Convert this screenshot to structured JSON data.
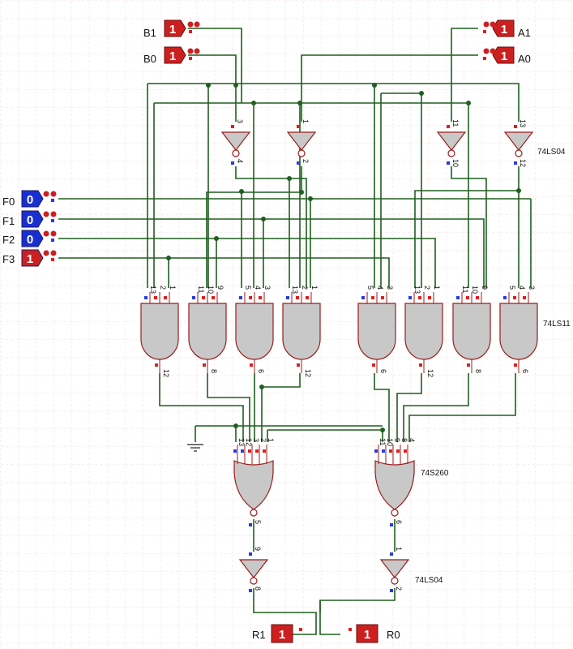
{
  "colors": {
    "wire": "#1f5f1f",
    "gate_fill": "#c8c8c8",
    "gate_stroke": "#9b1c1c",
    "probe_red": "#cc2020",
    "probe_blue": "#1a2fd0",
    "grid": "#f2b8b8",
    "pin_red": "#e02020",
    "pin_blue": "#2a3be0"
  },
  "inputs": {
    "B1": {
      "label": "B1",
      "value": "1"
    },
    "B0": {
      "label": "B0",
      "value": "1"
    },
    "A1": {
      "label": "A1",
      "value": "1"
    },
    "A0": {
      "label": "A0",
      "value": "1"
    },
    "F0": {
      "label": "F0",
      "value": "0"
    },
    "F1": {
      "label": "F1",
      "value": "0"
    },
    "F2": {
      "label": "F2",
      "value": "0"
    },
    "F3": {
      "label": "F3",
      "value": "1"
    }
  },
  "outputs": {
    "R1": {
      "label": "R1",
      "value": "1"
    },
    "R0": {
      "label": "R0",
      "value": "1"
    }
  },
  "part_labels": {
    "inv_top": "74LS04",
    "and_row": "74LS11",
    "nor_right": "74S260",
    "inv_bottom": "74LS04"
  },
  "inverters_top": [
    {
      "in": "3",
      "out": "4"
    },
    {
      "in": "1",
      "out": "2"
    },
    {
      "in": "11",
      "out": "10"
    },
    {
      "in": "13",
      "out": "12"
    }
  ],
  "and_gates": [
    {
      "pins": [
        "13",
        "2",
        "1"
      ],
      "out": "12"
    },
    {
      "pins": [
        "11",
        "10",
        "9"
      ],
      "out": "8"
    },
    {
      "pins": [
        "5",
        "4",
        "3"
      ],
      "out": "6"
    },
    {
      "pins": [
        "13",
        "2",
        "1"
      ],
      "out": "12"
    },
    {
      "pins": [
        "5",
        "4",
        "3"
      ],
      "out": "6"
    },
    {
      "pins": [
        "13",
        "2",
        "1"
      ],
      "out": "12"
    },
    {
      "pins": [
        "11",
        "10",
        "9"
      ],
      "out": "8"
    },
    {
      "pins": [
        "5",
        "4",
        "3"
      ],
      "out": "6"
    }
  ],
  "nor_gates": [
    {
      "pins": [
        "13",
        "12",
        "3",
        "2",
        "1"
      ],
      "out": "5"
    },
    {
      "pins": [
        "11",
        "10",
        "9",
        "8",
        "4"
      ],
      "out": "6"
    }
  ],
  "inverters_bottom": [
    {
      "in": "9",
      "out": "8"
    },
    {
      "in": "1",
      "out": "2"
    }
  ]
}
